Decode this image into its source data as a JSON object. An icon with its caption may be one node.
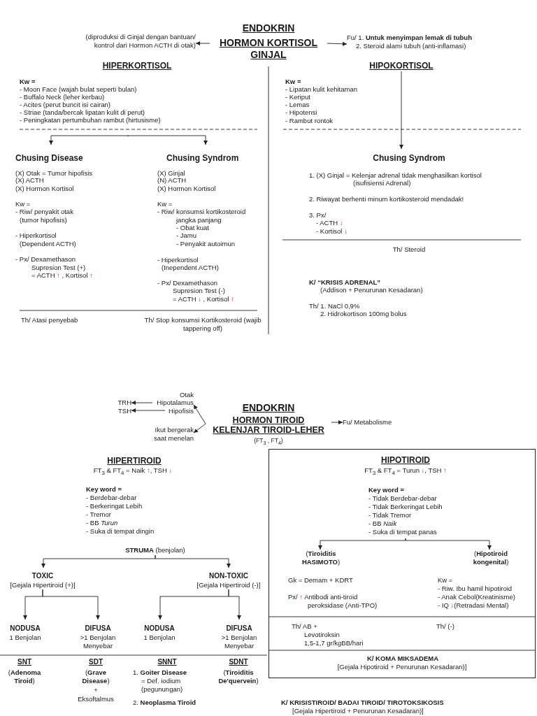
{
  "diagram": {
    "nodes": [
      {
        "text": [
          "ENDOKRIN",
          "HORMON KORTISOL",
          "GINJAL"
        ]
      },
      {
        "text": [
          "(diproduksi di Ginjal dengan bantuan/ kontrol dari Hormon ACTH di otak)"
        ]
      },
      {
        "text": [
          "Fu/ 1. **Untuk menyimpan lemak di tubuh**",
          "2. Steroid alami tubuh (anti-inflamasi)"
        ]
      },
      {
        "text": [
          "Kw =",
          "- Moon Face (wajah bulat seperti bulan)",
          "- Buffalo Neck (leher kerbau)",
          "- Acites (perut buncit isi cairan)",
          "- Striae (tanda/bercak lipatan kulit di perut)",
          "- Peningkatan pertumbuhan rambut (hirtusisme)"
        ]
      },
      {
        "text": [
          "Chusing Disease",
          "(X) Otak = Tumor hipofisis",
          "(X) ACTH",
          "(X) Hormon Kortisol",
          "Kw =",
          "- Riw/ penyakit otak",
          "(tumor hipofisis)",
          "- Hiperkortisol",
          "(Dependent ACTH)",
          "- Px/ Dexamethason",
          "Supresion Test (+)",
          "= ACTH ↑ , Kortisol ↑"
        ]
      },
      {
        "text": [
          "Chusing Syndrom",
          "(X) Ginjal",
          "(N) ACTH",
          "(X) Hormon Kortisol",
          "Kw =",
          "- Riw/ konsumsi kortikosteroid",
          "jangka panjang",
          "- Obat kuat",
          "- Jamu",
          "- Penyakit autoimun",
          "- Hiperkortisol",
          "(Inependent ACTH)",
          "- Px/ Dexamethason",
          "Supresion Test (-)",
          "= ACTH ↓ , Kortisol ↑"
        ]
      },
      {
        "text": [
          "HIPOKORTISOL"
        ]
      },
      {
        "text": [
          "Chusing Syndrom",
          "1. (X) Ginjal = Kelenjar adrenal tidak menghasilkan kortisol",
          "(isufisiensi Adrenal)",
          "2. Riwayat berhenti minum kortikosteroid mendadak!",
          "3. Px/",
          "- ACTH ↓",
          "- Kortisol ↓"
        ]
      },
      {
        "text": [
          "TRH"
        ]
      },
      {
        "text": [
          "TSH"
        ]
      },
      {
        "text": [
          "Hipotalamus"
        ]
      },
      {
        "text": [
          "Hipofisis"
        ]
      },
      {
        "text": [
          "Ikut bergerak saat menelan"
        ]
      },
      {
        "text": [
          "ENDOKRIN",
          "HORMON TIROID",
          "KELENJAR TIROID-LEHER",
          "(FT$_{3}$ , FT$_{4}$)"
        ]
      },
      {
        "text": [
          "Fu/ Metabolisme"
        ]
      },
      {
        "text": [
          "**STRUMA** (benjolan)"
        ]
      },
      {
        "text": [
          "TOXIC",
          "[Gejala Hipertiroid (+)]"
        ]
      },
      {
        "text": [
          "NON-TOXIC",
          "[Gejala Hipertiroid (-)]"
        ]
      },
      {
        "text": [
          "NODUSA",
          "1 Benjolan"
        ]
      },
      {
        "text": [
          "DIFUSA",
          ">1 Benjolan Menyebar"
        ]
      },
      {
        "text": [
          "NODUSA",
          "1 Benjolan"
        ]
      },
      {
        "text": [
          "DIFUSA",
          ">1 Benjolan Menyebar"
        ]
      },
      {
        "text": [],
        "shape": "box"
      },
      {
        "text": [
          "Key word =",
          "- Tidak Berdebar-debar",
          "- Tidak Berkeringat Lebih",
          "- Tidak Tremor",
          "- BB *Naik*",
          "- Suka di tempat panas"
        ],
        "in": 22
      },
      {
        "text": [
          "(**Tiroiditis HASIMOTO**)"
        ],
        "in": 22
      },
      {
        "text": [
          "(**Hipotiroid kongenital**)"
        ],
        "in": 22
      }
    ],
    "edges": [
      {
        "from": 0,
        "to": 1,
        "arrow": "to"
      },
      {
        "from": 0,
        "to": 2,
        "arrow": "to"
      },
      {
        "from": 3,
        "to": 4,
        "arrow": "to"
      },
      {
        "from": 3,
        "to": 5,
        "arrow": "to"
      },
      {
        "from": 6,
        "to": 7,
        "arrow": "to"
      },
      {
        "from": 10,
        "to": 8,
        "arrow": "to"
      },
      {
        "from": 11,
        "to": 9,
        "arrow": "to"
      },
      {
        "from": 13,
        "to": 10,
        "arrow": "to"
      },
      {
        "from": 13,
        "to": 12,
        "arrow": "to"
      },
      {
        "from": 13,
        "to": 14,
        "arrow": "to"
      },
      {
        "from": 15,
        "to": 16,
        "arrow": "to"
      },
      {
        "from": 15,
        "to": 17,
        "arrow": "to"
      },
      {
        "from": 16,
        "to": 18,
        "arrow": "to"
      },
      {
        "from": 16,
        "to": 19,
        "arrow": "to"
      },
      {
        "from": 17,
        "to": 20,
        "arrow": "to"
      },
      {
        "from": 17,
        "to": 21,
        "arrow": "to"
      },
      {
        "from": 23,
        "to": 24,
        "arrow": "to"
      },
      {
        "from": 23,
        "to": 25,
        "arrow": "to"
      }
    ],
    "labels": [
      "HIPERKORTISOL",
      "Kw =",
      "- Lipatan kulit kehitaman",
      "- Keriput",
      "- Lemas",
      "- Hipotensi",
      "- Rambut rontok",
      "Th/ Atasi penyebab",
      "Th/ Stop konsumsi Kortikosteroid (wajib tappering off)",
      "Th/ Steroid",
      "K/ “KRISIS ADRENAL”",
      "(Addison + Penurunan Kesadaran)",
      "Th/ 1. NaCl 0,9%",
      "2. Hidrokortison 100mg bolus",
      "Otak",
      "HIPERTIROID",
      "FT$_{3}$ & FT$_{4}$ = Naik ↑, TSH ↓",
      "Key word =",
      "- Berdebar-debar",
      "- Berkeringat Lebih",
      "- Tremor",
      "- BB *Turun*",
      "- Suka di tempat dingin",
      "HIPOTIROID",
      "FT$_{3}$ & FT$_{4}$ = Turun ↓, TSH ↑",
      "Gk = Demam + KDRT",
      "Px/ ↑ Antibodi anti-tiroid",
      "peroksidase (Anti-TPO)",
      "Kw =",
      "- Riw. Ibu hamil hipotiroid",
      "- Anak Cebol(Kreatinisme)",
      "- IQ ↓(Retradasi Mental)",
      "Th/ AB +",
      "Levotiroksin",
      "1,5-1,7 gr/kgBB/hari",
      "Th/ (-)",
      "K/ KOMA MIKSADEMA",
      "[Gejala Hipotiroid + Penurunan Kesadaran)]",
      "SNT",
      "(**Adenoma Tiroid**)",
      "SDT",
      "(**Grave Disease**)",
      "+",
      "Eksoftalmus",
      "SNNT",
      "1. **Goiter Disease**",
      "= Def. iodium",
      "(pegunungan)",
      "2. **Neoplasma Tiroid**",
      "SDNT",
      "(**Tiroiditis De'quervein**)",
      "K/ KRISISTIROID/ BADAI TIROID/ TIROTOKSIKOSIS",
      "[Gejala Hipertiroid + Penurunan Kesadaran)]"
    ]
  }
}
